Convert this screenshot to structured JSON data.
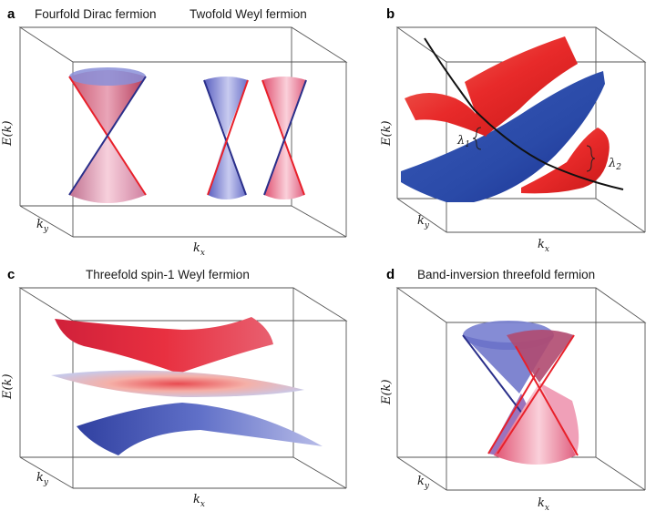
{
  "panels": [
    {
      "id": "a",
      "letter": "a",
      "titles": [
        "Fourfold Dirac fermion",
        "Twofold Weyl fermion"
      ]
    },
    {
      "id": "b",
      "letter": "b",
      "titles": []
    },
    {
      "id": "c",
      "letter": "c",
      "titles": [
        "Threefold spin-1 Weyl fermion"
      ]
    },
    {
      "id": "d",
      "letter": "d",
      "titles": [
        "Band-inversion threefold fermion"
      ]
    }
  ],
  "axes": {
    "energy": "E(k)",
    "ky_main": "k",
    "ky_sub": "y",
    "kx_main": "k",
    "kx_sub": "x"
  },
  "annotations": {
    "lambda1_main": "λ",
    "lambda1_sub": "1",
    "lambda2_main": "λ",
    "lambda2_sub": "2"
  },
  "colors": {
    "red": "#e8202a",
    "blue": "#2a2f8a",
    "pink": "#f0a0b0",
    "lightblue": "#8a8fd8"
  }
}
